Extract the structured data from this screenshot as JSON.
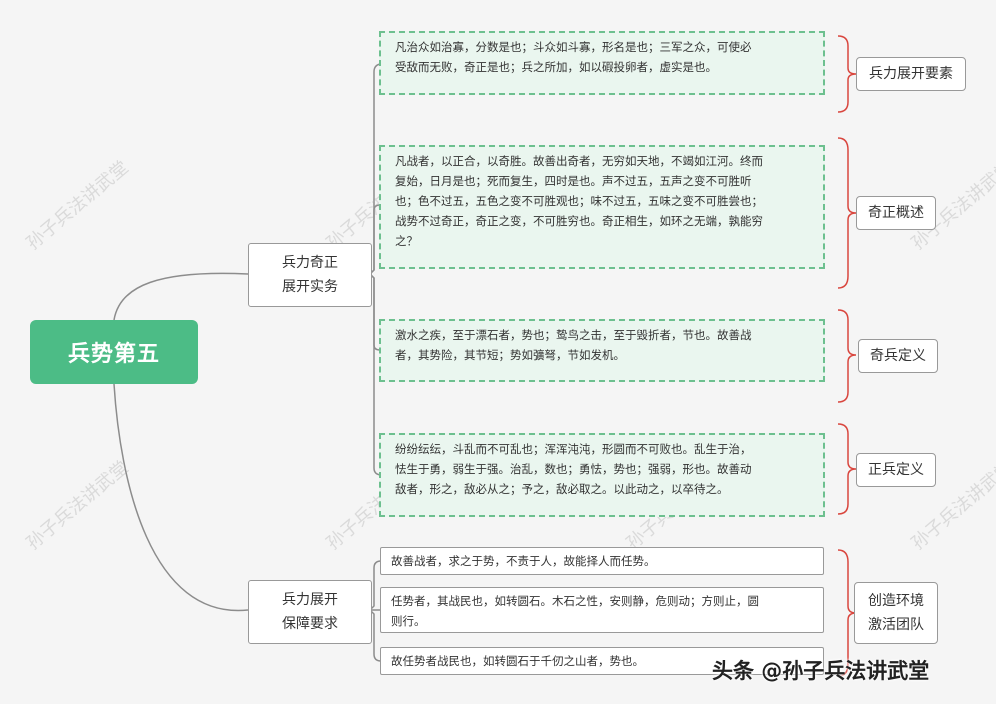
{
  "root": {
    "label": "兵势第五"
  },
  "branches": [
    {
      "line1": "兵力奇正",
      "line2": "展开实务"
    },
    {
      "line1": "兵力展开",
      "line2": "保障要求"
    }
  ],
  "texts": [
    "凡治众如治寡，分数是也；斗众如斗寡，形名是也；三军之众，可使必\n受敌而无败，奇正是也；兵之所加，如以碬投卵者，虚实是也。",
    "凡战者，以正合，以奇胜。故善出奇者，无穷如天地，不竭如江河。终而\n复始，日月是也；死而复生，四时是也。声不过五，五声之变不可胜听\n也；色不过五，五色之变不可胜观也；味不过五，五味之变不可胜尝也；\n战势不过奇正，奇正之变，不可胜穷也。奇正相生，如环之无端，孰能穷\n之？",
    "激水之疾，至于漂石者，势也；鸷鸟之击，至于毁折者，节也。故善战\n者，其势险，其节短；势如彍弩，节如发机。",
    "纷纷纭纭，斗乱而不可乱也；浑浑沌沌，形圆而不可败也。乱生于治，\n怯生于勇，弱生于强。治乱，数也；勇怯，势也；强弱，形也。故善动\n敌者，形之，敌必从之；予之，敌必取之。以此动之，以卒待之。",
    "故善战者，求之于势，不责于人，故能择人而任势。",
    "任势者，其战民也，如转圆石。木石之性，安则静，危则动；方则止，圆\n则行。",
    "故任势者战民也，如转圆石于千仞之山者，势也。"
  ],
  "tags": [
    {
      "line1": "兵力展开要素"
    },
    {
      "line1": "奇正概述"
    },
    {
      "line1": "奇兵定义"
    },
    {
      "line1": "正兵定义"
    },
    {
      "line1": "创造环境",
      "line2": "激活团队"
    }
  ],
  "watermark": "孙子兵法讲武堂",
  "footer": "头条 @孙子兵法讲武堂",
  "colors": {
    "root": "#4cbc86",
    "dashed_border": "#6dc08f",
    "dashed_fill": "#eaf6ef",
    "lines": "#999999"
  }
}
